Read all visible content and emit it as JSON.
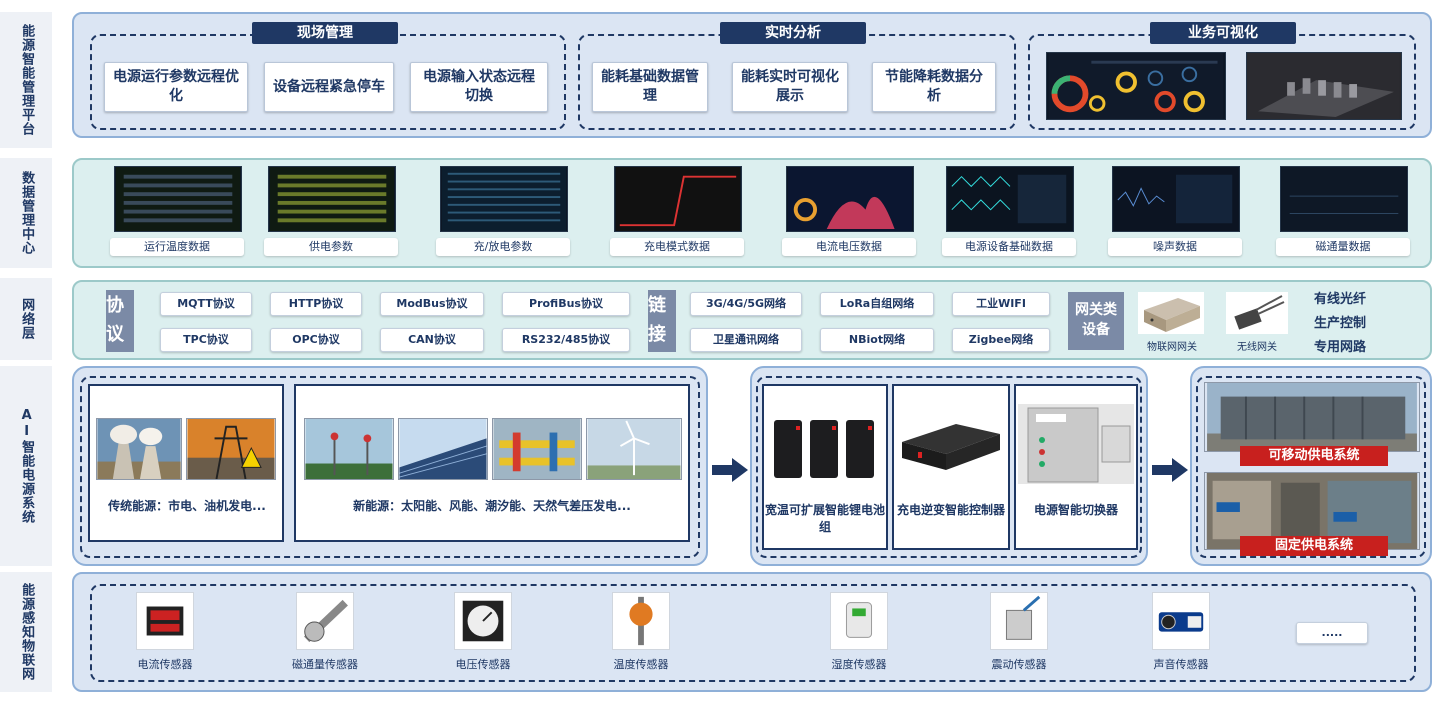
{
  "layers": [
    {
      "id": "platform",
      "label": "能源智能管理平台"
    },
    {
      "id": "data",
      "label": "数据管理中心"
    },
    {
      "id": "network",
      "label": "网络层"
    },
    {
      "id": "ai",
      "label": "AI智能电源系统"
    },
    {
      "id": "iot",
      "label": "能源感知物联网"
    }
  ],
  "platform": {
    "groups": [
      {
        "title": "现场管理",
        "items": [
          "电源运行参数远程优化",
          "设备远程紧急停车",
          "电源输入状态远程切换"
        ]
      },
      {
        "title": "实时分析",
        "items": [
          "能耗基础数据管理",
          "能耗实时可视化展示",
          "节能降耗数据分析"
        ]
      },
      {
        "title": "业务可视化",
        "items": []
      }
    ]
  },
  "data_center": {
    "items": [
      "运行温度数据",
      "供电参数",
      "充/放电参数",
      "充电模式数据",
      "电流电压数据",
      "电源设备基础数据",
      "噪声数据",
      "磁通量数据"
    ]
  },
  "network": {
    "protocol_tag": "协议",
    "protocols": [
      "MQTT协议",
      "HTTP协议",
      "ModBus协议",
      "ProfiBus协议",
      "TPC协议",
      "OPC协议",
      "CAN协议",
      "RS232/485协议"
    ],
    "link_tag": "链接",
    "links": [
      "3G/4G/5G网络",
      "LoRa自组网络",
      "工业WIFI",
      "卫星通讯网络",
      "NBiot网络",
      "Zigbee网络"
    ],
    "gateway_tag": "网关类设备",
    "gateways": [
      "物联网网关",
      "无线网关"
    ],
    "extras": [
      "有线光纤",
      "生产控制",
      "专用网路"
    ]
  },
  "ai": {
    "traditional": "传统能源：市电、油机发电...",
    "renewable": "新能源：太阳能、风能、潮汐能、天然气差压发电...",
    "devices": [
      "宽温可扩展智能锂电池组",
      "充电逆变智能控制器",
      "电源智能切换器"
    ],
    "systems": [
      "可移动供电系统",
      "固定供电系统"
    ]
  },
  "iot": {
    "sensors": [
      "电流传感器",
      "磁通量传感器",
      "电压传感器",
      "温度传感器",
      "湿度传感器",
      "震动传感器",
      "声音传感器"
    ],
    "more": "....."
  },
  "colors": {
    "navy": "#1f3864",
    "band_blue": "#dbe5f3",
    "band_green": "#dcefef",
    "red": "#c8201e"
  }
}
